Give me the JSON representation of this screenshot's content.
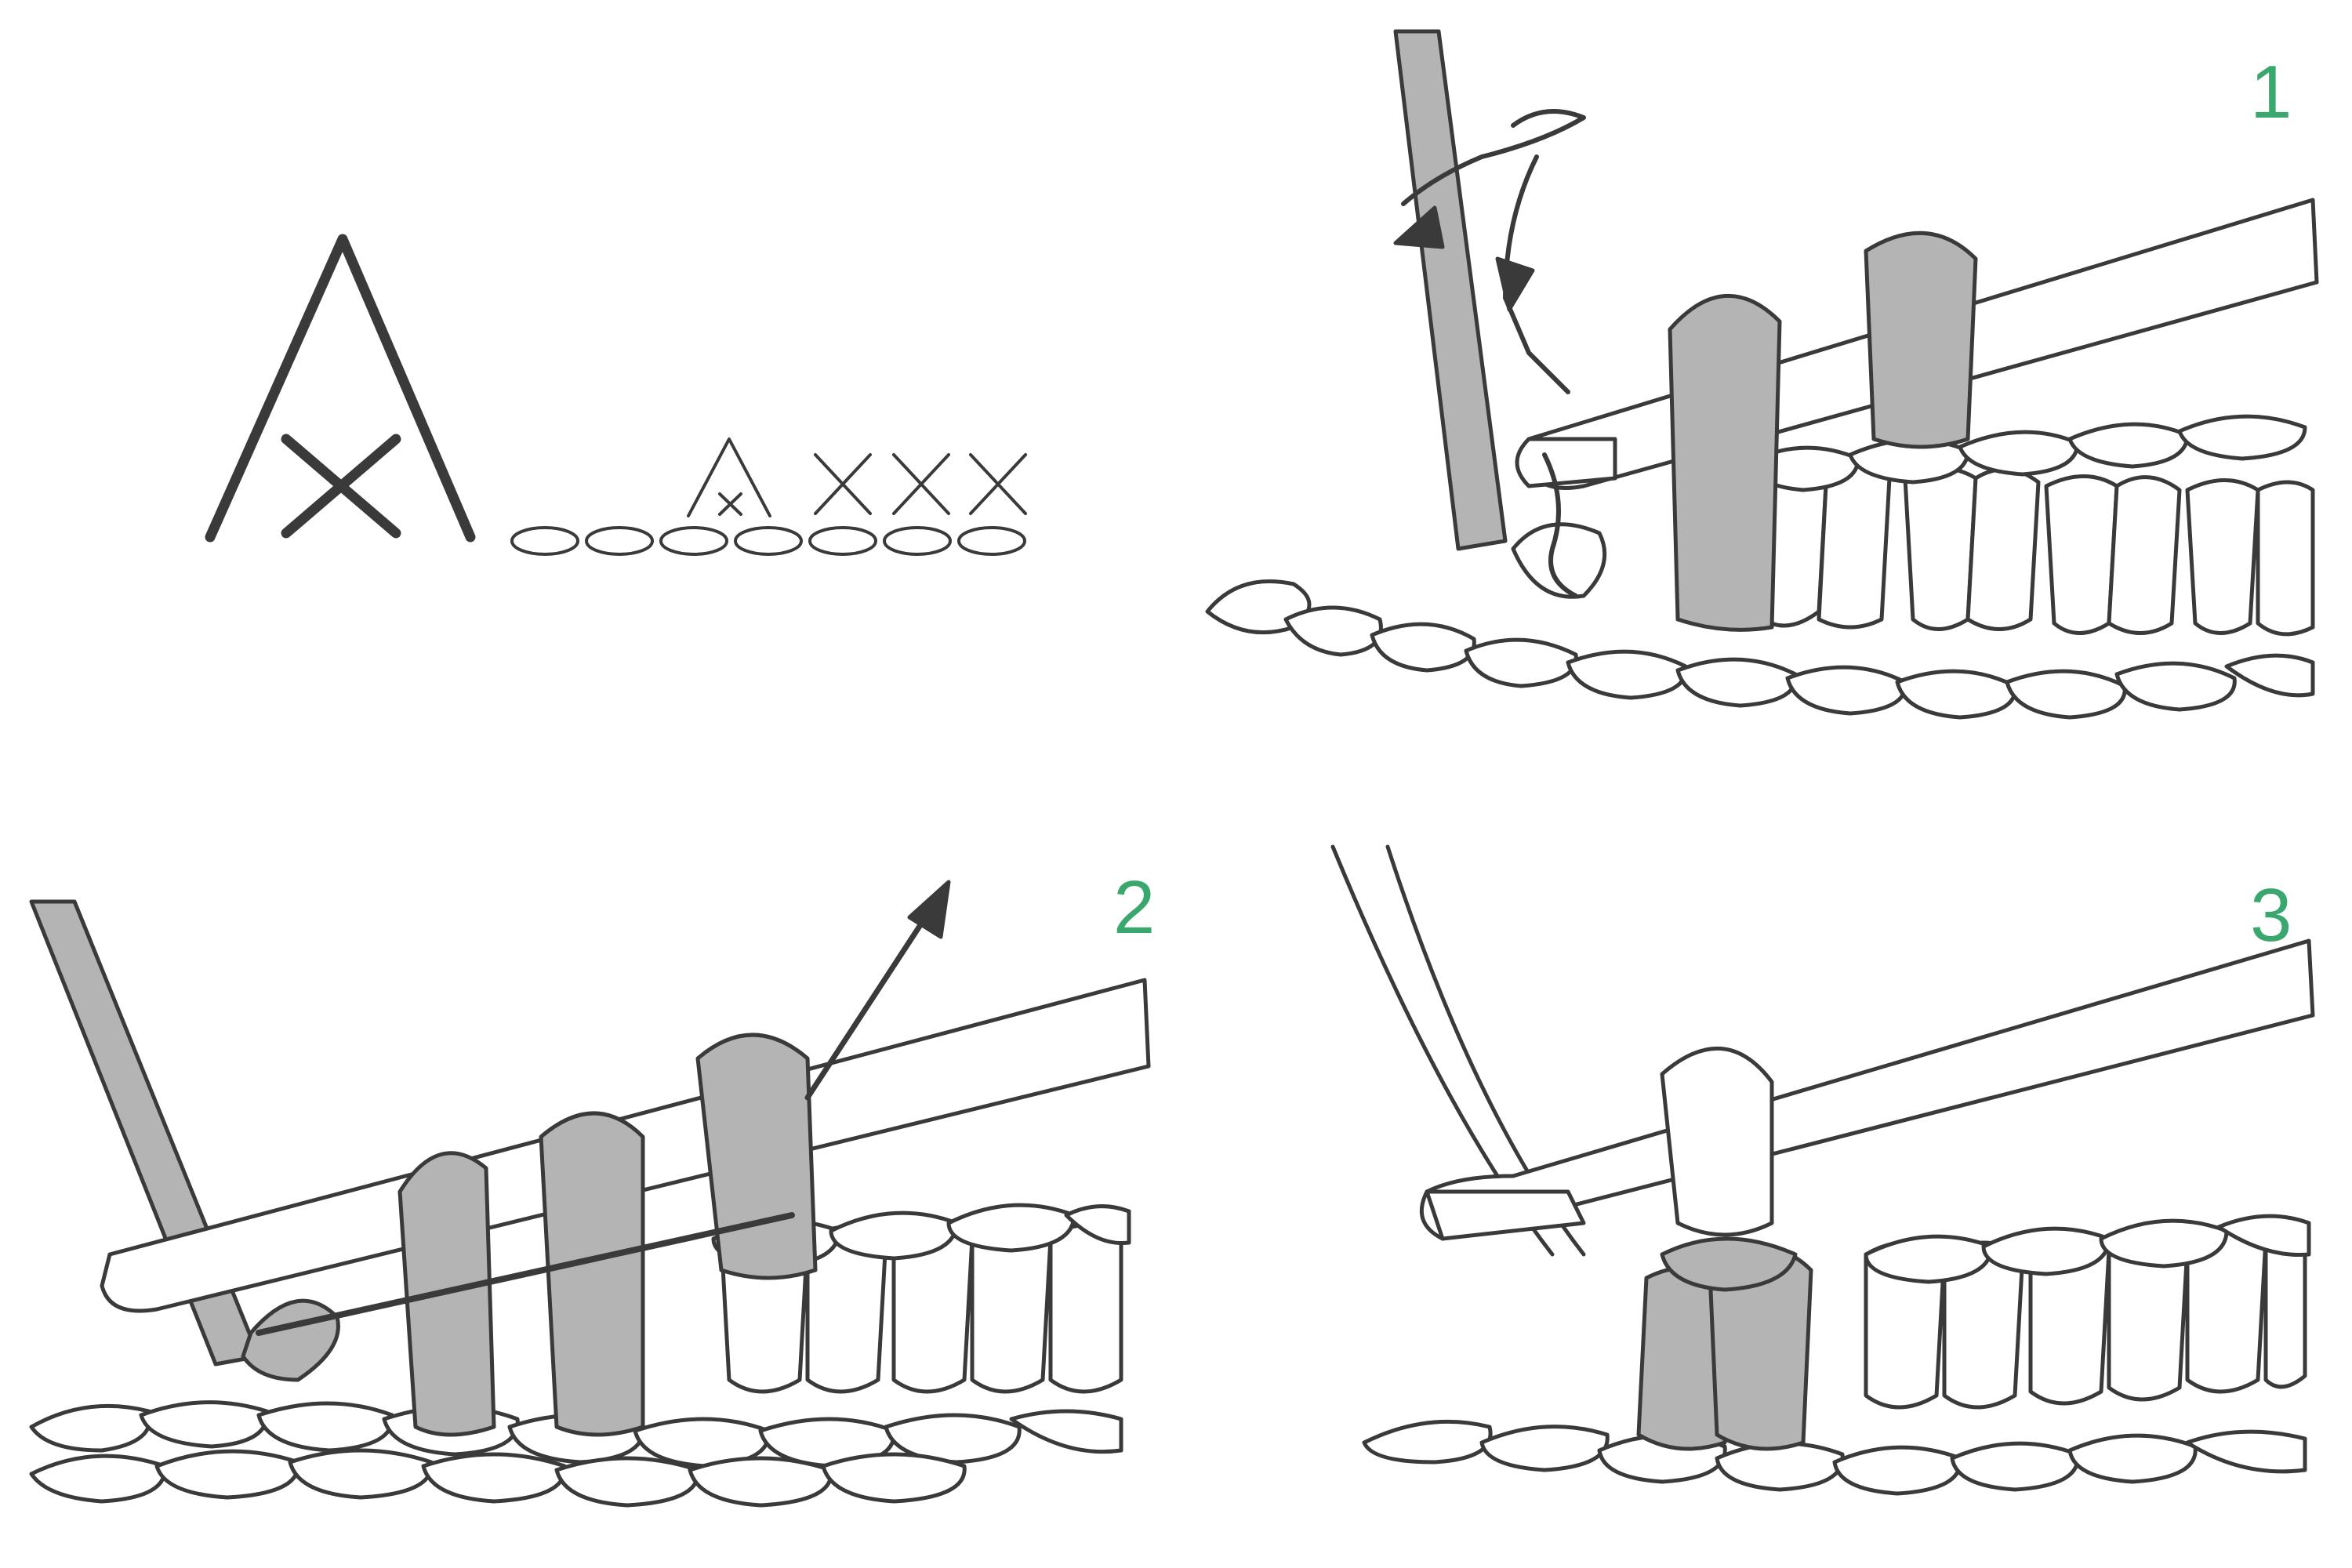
{
  "steps": [
    {
      "number": "1"
    },
    {
      "number": "2"
    },
    {
      "number": "3"
    }
  ],
  "colors": {
    "step_number": "#3aa86e",
    "ink": "#3a3a3a",
    "yarn_gray": "#b4b4b4",
    "hook_gray": "#c4c4c4",
    "background": "#ffffff"
  },
  "symbol_chart": {
    "row": [
      "chain",
      "chain",
      "chain",
      "chain",
      "chain",
      "chain",
      "chain"
    ],
    "stitches_above": [
      "sc2tog-cluster",
      "sc",
      "sc",
      "sc"
    ]
  },
  "icons": [
    "crochet-hook-icon",
    "yarn-loop-icon",
    "arrow-icon"
  ]
}
